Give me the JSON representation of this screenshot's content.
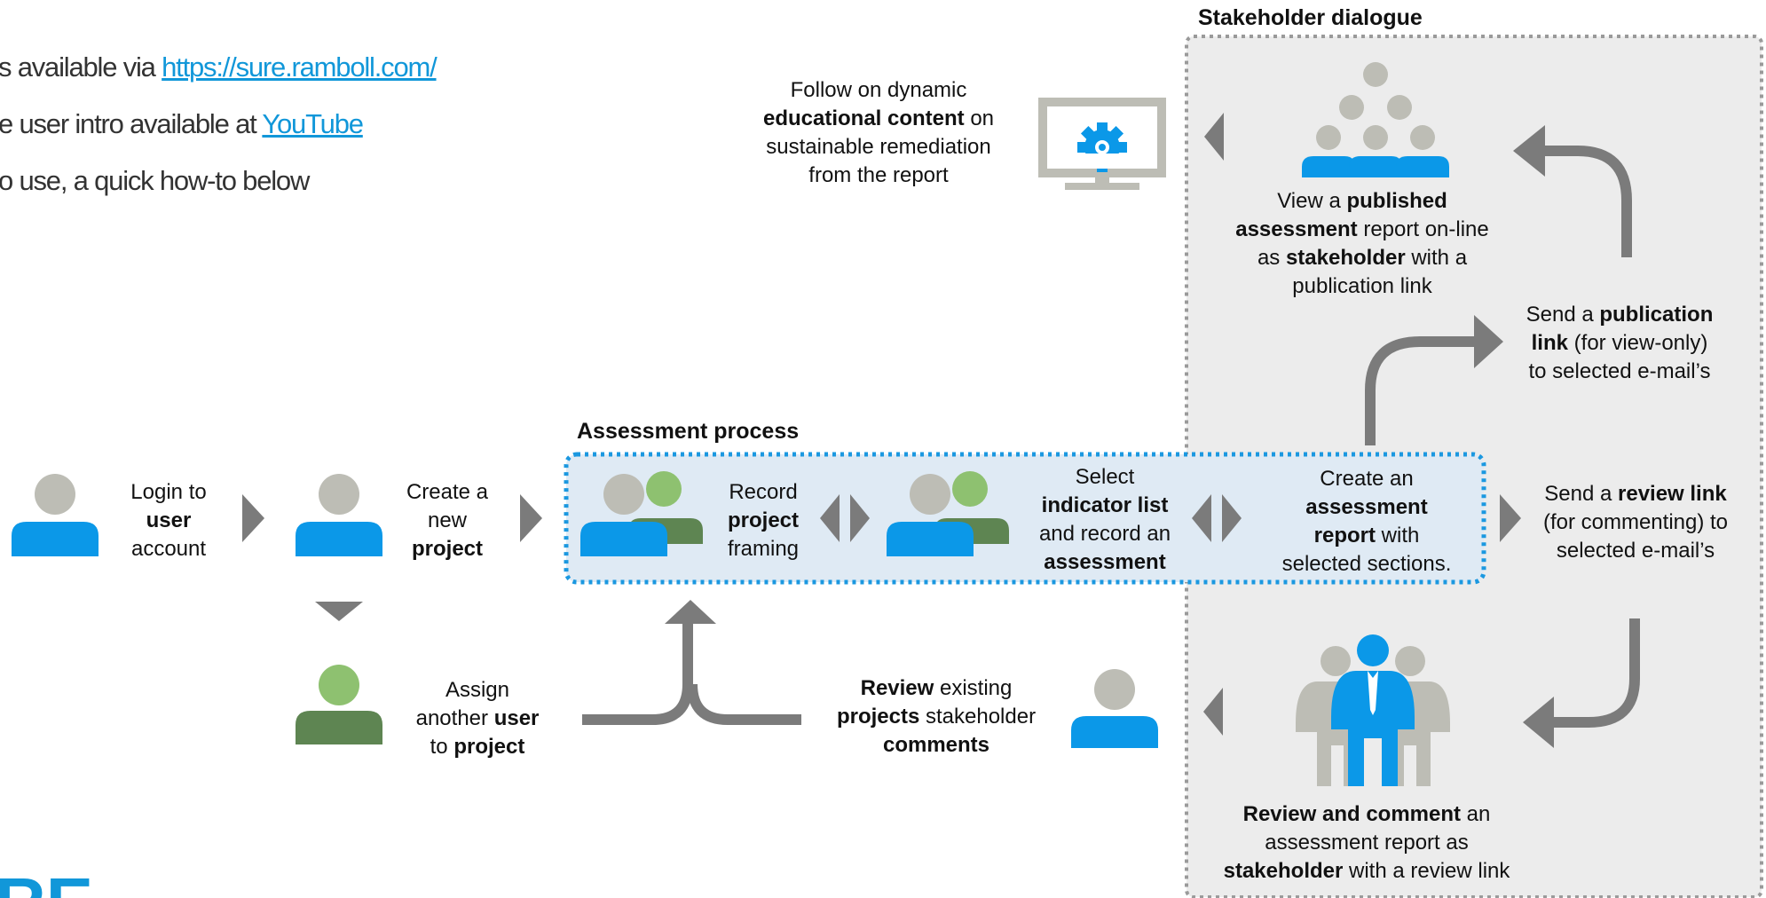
{
  "intro": {
    "line1_prefix": "s available via ",
    "line1_link": "https://sure.ramboll.com/",
    "line2_prefix": "e user intro available at ",
    "line2_link": "YouTube",
    "line3": "o use, a quick how-to below"
  },
  "sections": {
    "stakeholder_title": "Stakeholder dialogue",
    "assessment_title": "Assessment process"
  },
  "steps": {
    "login": {
      "a": "Login to",
      "b": "user",
      "c": "account"
    },
    "create_project": {
      "a": "Create a",
      "b": "new",
      "c": "project"
    },
    "assign_user": {
      "a": "Assign",
      "b1": "another ",
      "b2": "user",
      "c1": "to ",
      "c2": "project"
    },
    "record_framing": {
      "a": "Record",
      "b": "project",
      "c": "framing"
    },
    "select_indicator": {
      "a": "Select",
      "b": "indicator list",
      "c": "and record an",
      "d": "assessment"
    },
    "create_report": {
      "a": "Create an",
      "b": "assessment",
      "c1": "report",
      "c2": " with",
      "d": "selected sections."
    },
    "send_review": {
      "a1": "Send a ",
      "a2": "review link",
      "b": "(for commenting) to",
      "c": "selected e-mail’s"
    },
    "send_publication": {
      "a1": "Send a ",
      "a2": "publication",
      "b1": "link",
      "b2": " (for view-only)",
      "c": "to selected e-mail’s"
    },
    "view_published": {
      "a1": "View a ",
      "a2": "published",
      "b1": "assessment",
      "b2": " report on-line",
      "c1": "as ",
      "c2": "stakeholder",
      "c3": " with a",
      "d": "publication link"
    },
    "educational": {
      "a": "Follow on dynamic",
      "b1": "educational content",
      "b2": " on",
      "c": "sustainable remediation",
      "d": "from the report"
    },
    "review_comment": {
      "a1": "Review and comment",
      "a2": " an",
      "b": "assessment report as",
      "c1": "stakeholder",
      "c2": " with a review link"
    },
    "review_existing": {
      "a1": "Review",
      "a2": " existing",
      "b1": "projects",
      "b2": " stakeholder",
      "c": "comments"
    }
  },
  "colors": {
    "blue": "#0b98e8",
    "grey_person": "#bdbdb5",
    "green_dark": "#5e8552",
    "green_light": "#8ec170",
    "arrow": "#7b7b7b",
    "stake_bg": "#ececec",
    "assess_bg": "#dfeaf4",
    "monitor": "#bdbdb5"
  },
  "icons": [
    "person-icon",
    "group-icon",
    "monitor-gear-icon",
    "team-icon",
    "triangle-arrow-icon",
    "curved-arrow-icon"
  ],
  "footer_fragment": "RE"
}
